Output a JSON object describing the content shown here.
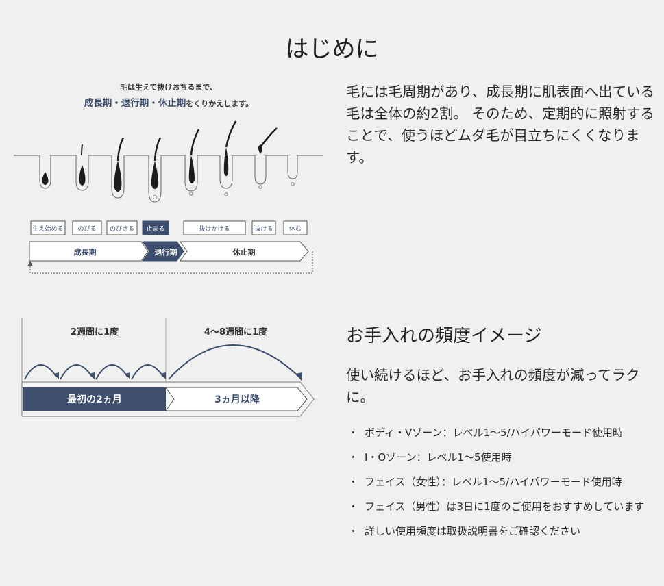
{
  "page_title": "はじめに",
  "intro_text": "毛には毛周期があり、成長期に肌表面へ出ている毛は全体の約2割。 そのため、定期的に照射することで、使うほどムダ毛が目立ちにくくなります。",
  "cycle_diagram": {
    "caption_line1": "毛は生えて抜けおちるまで、",
    "caption_line2_phases": "成長期・退行期・休止期",
    "caption_line2_suffix": "をくりかえします。",
    "stages": [
      "生え始める",
      "のびる",
      "のびきる",
      "止まる",
      "抜けかける",
      "抜ける",
      "休む"
    ],
    "phases": [
      "成長期",
      "退行期",
      "休止期"
    ],
    "colors": {
      "navy": "#3d4e6e",
      "navy_text": "#3d4e6e",
      "line": "#555555"
    }
  },
  "frequency_diagram": {
    "left_label": "2週間に1度",
    "right_label": "4～8週間に1度",
    "first_period": "最初の2ヵ月",
    "later_period": "3ヵ月以降"
  },
  "frequency_section": {
    "heading": "お手入れの頻度イメージ",
    "lead": "使い続けるほど、お手入れの頻度が減ってラクに。",
    "bullets": [
      "ボディ・Vゾーン：レベル1～5/ハイパワーモード使用時",
      "I・Oゾーン：レベル1～5使用時",
      "フェイス（女性）：レベル1～5/ハイパワーモード使用時",
      "フェイス（男性）は3日に1度のご使用をおすすめしています",
      "詳しい使用頻度は取扱説明書をご確認ください"
    ]
  }
}
